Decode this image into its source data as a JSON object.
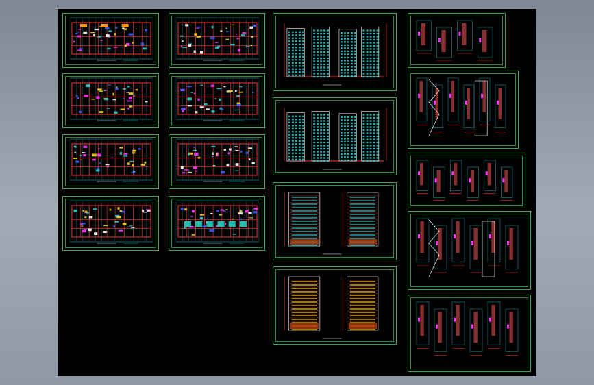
{
  "app": {
    "name": "",
    "background": "#8c97a3",
    "canvas_color": "#000000"
  },
  "palette": {
    "frame": "#3fa84b",
    "wall": "#ff3030",
    "dim": "#2ad1d1",
    "text": "#ffffff",
    "magenta": "#ff36ff",
    "yellow": "#ffd21a",
    "blue": "#3a5cff",
    "green": "#47d25a"
  },
  "drawing_set": {
    "floor_plans_left": [
      {
        "id": "plan-1",
        "type": "floor-plan"
      },
      {
        "id": "plan-2",
        "type": "floor-plan"
      },
      {
        "id": "plan-3",
        "type": "floor-plan"
      },
      {
        "id": "plan-4",
        "type": "floor-plan"
      }
    ],
    "floor_plans_right": [
      {
        "id": "plan-5",
        "type": "floor-plan"
      },
      {
        "id": "plan-6",
        "type": "floor-plan"
      },
      {
        "id": "plan-7",
        "type": "floor-plan"
      },
      {
        "id": "plan-8",
        "type": "foundation-plan"
      }
    ],
    "elevations": [
      {
        "id": "elev-1",
        "type": "front-elevation"
      },
      {
        "id": "elev-2",
        "type": "rear-elevation"
      },
      {
        "id": "elev-3",
        "type": "side-elevations"
      },
      {
        "id": "elev-4",
        "type": "section-elevations"
      }
    ],
    "details": [
      {
        "id": "detail-1",
        "type": "wall-details"
      },
      {
        "id": "detail-2",
        "type": "stair-section"
      },
      {
        "id": "detail-3",
        "type": "node-details"
      },
      {
        "id": "detail-4",
        "type": "stair-and-wall-details"
      },
      {
        "id": "detail-5",
        "type": "window-and-misc-details"
      }
    ]
  }
}
